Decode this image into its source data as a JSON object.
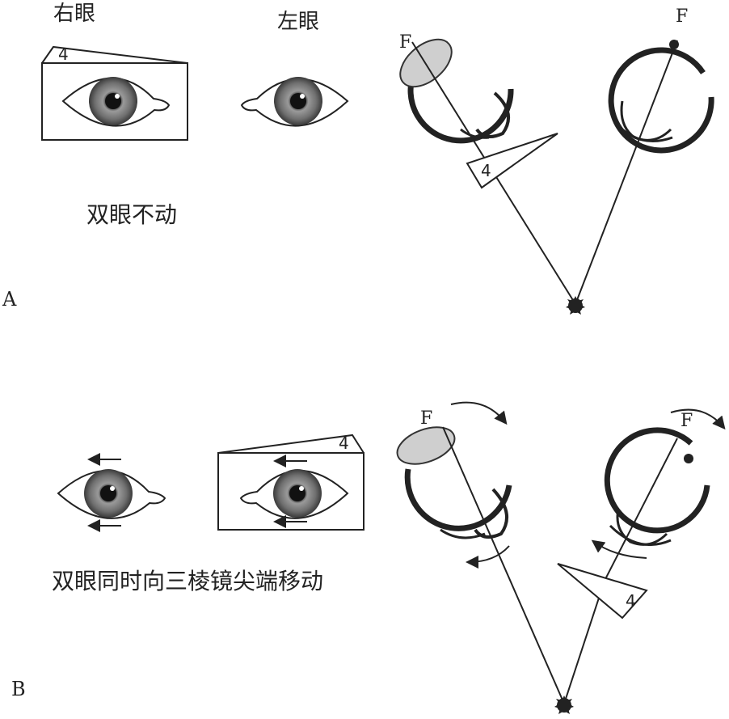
{
  "panel_a": {
    "letter": "A",
    "right_eye_label": "右眼",
    "left_eye_label": "左眼",
    "caption": "双眼不动",
    "prism_power": "4",
    "focal_label_left": "F",
    "focal_label_right": "F"
  },
  "panel_b": {
    "letter": "B",
    "caption": "双眼同时向三棱镜尖端移动",
    "prism_power": "4",
    "focal_label_left": "F",
    "focal_label_right": "F"
  }
}
